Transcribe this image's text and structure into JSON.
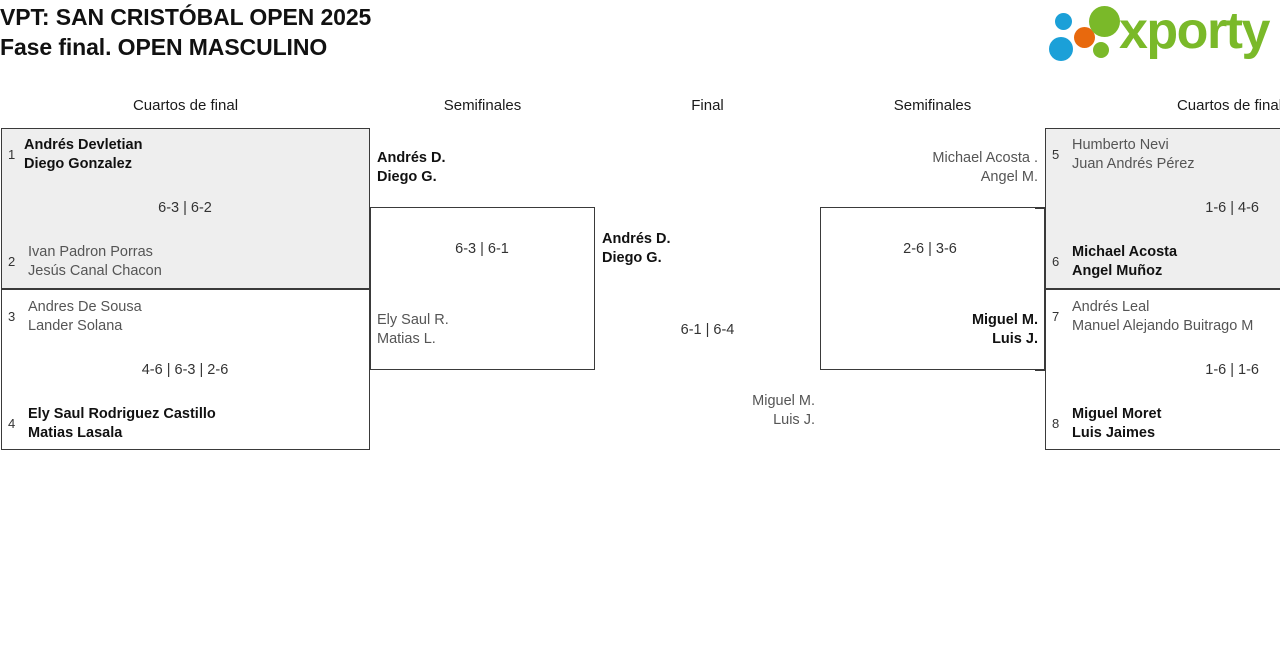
{
  "header": {
    "title_line1": "VPT: SAN CRISTÓBAL OPEN 2025",
    "title_line2": "Fase final. OPEN MASCULINO",
    "logo_wordmark": "xporty",
    "logo_colors": {
      "green": "#7ab929",
      "blue": "#1ba0d8",
      "orange": "#e8690d"
    }
  },
  "rounds": {
    "qf_left": "Cuartos de final",
    "sf_left": "Semifinales",
    "final": "Final",
    "sf_right": "Semifinales",
    "qf_right": "Cuartos de final"
  },
  "bracket": {
    "qf_left": [
      {
        "shaded": true,
        "score": "6-3 | 6-2",
        "top": {
          "seed": "1",
          "player1": "Andrés Devletian",
          "player2": "Diego Gonzalez",
          "winner": true
        },
        "bottom": {
          "seed": "2",
          "player1": "Ivan Padron Porras",
          "player2": "Jesús Canal Chacon",
          "winner": false
        }
      },
      {
        "shaded": false,
        "score": "4-6 | 6-3 | 2-6",
        "top": {
          "seed": "3",
          "player1": "Andres De Sousa",
          "player2": "Lander Solana",
          "winner": false
        },
        "bottom": {
          "seed": "4",
          "player1": "Ely Saul Rodriguez Castillo",
          "player2": "Matias Lasala",
          "winner": true
        }
      }
    ],
    "sf_left": {
      "score": "6-3 | 6-1",
      "top": {
        "player1": "Andrés D.",
        "player2": "Diego G.",
        "winner": true
      },
      "bottom": {
        "player1": "Ely Saul R.",
        "player2": "Matias L.",
        "winner": false
      }
    },
    "final": {
      "score": "6-1 | 6-4",
      "left": {
        "player1": "Andrés D.",
        "player2": "Diego G.",
        "winner": true
      },
      "right": {
        "player1": "Miguel M.",
        "player2": "Luis J.",
        "winner": false
      }
    },
    "sf_right": {
      "score": "2-6 | 3-6",
      "top": {
        "player1": "Michael Acosta .",
        "player2": "Angel M.",
        "winner": false
      },
      "bottom": {
        "player1": "Miguel M.",
        "player2": "Luis J.",
        "winner": true
      }
    },
    "qf_right": [
      {
        "shaded": true,
        "score": "1-6 | 4-6",
        "top": {
          "seed": "5",
          "player1": "Humberto Nevi",
          "player2": "Juan Andrés Pérez",
          "winner": false
        },
        "bottom": {
          "seed": "6",
          "player1": "Michael Acosta",
          "player2": "Angel Muñoz",
          "winner": true
        }
      },
      {
        "shaded": false,
        "score": "1-6 | 1-6",
        "top": {
          "seed": "7",
          "player1": "Andrés Leal",
          "player2": "Manuel Alejando Buitrago M",
          "winner": false
        },
        "bottom": {
          "seed": "8",
          "player1": "Miguel Moret",
          "player2": "Luis Jaimes",
          "winner": true
        }
      }
    ]
  }
}
